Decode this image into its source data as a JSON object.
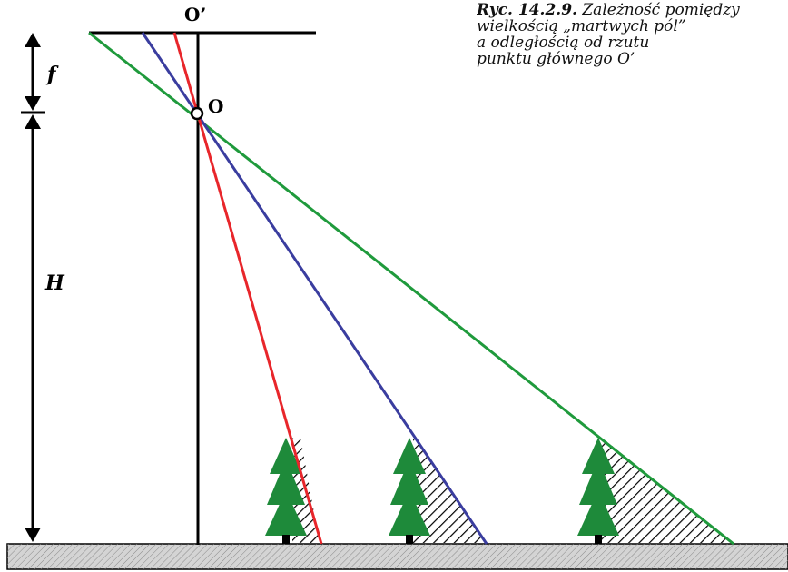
{
  "caption": {
    "number": "Ryc. 14.2.9.",
    "line1": "Zależność pomiędzy",
    "line2": "wielkością „martwych pól”",
    "line3": "a odległością od rzutu",
    "line4": "punktu głównego O’"
  },
  "labels": {
    "principal_point_projection": "O’",
    "projection_center": "O",
    "focal_length": "f",
    "flight_height": "H"
  },
  "colors": {
    "ray_near": "#e8262b",
    "ray_middle": "#3a3d9f",
    "ray_far": "#1f9a3c",
    "tree": "#1e8a3a",
    "ground": "#d4d4d4",
    "lines": "#000000"
  },
  "trees": [
    {
      "position": "near",
      "dead_zone": true
    },
    {
      "position": "middle",
      "dead_zone": true
    },
    {
      "position": "far",
      "dead_zone": true
    }
  ]
}
